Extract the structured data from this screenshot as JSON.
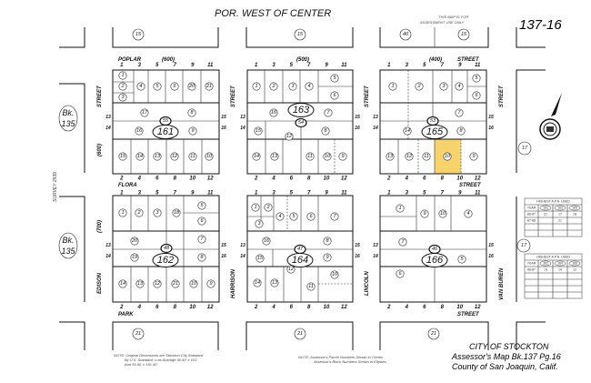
{
  "header": {
    "title": "POR. WEST OF CENTER",
    "disclaimer_line1": "THIS MAP IS FOR",
    "disclaimer_line2": "ASSESSMENT USE ONLY",
    "page_number": "137-16"
  },
  "colors": {
    "highlight": "#f7d36b",
    "line": "#111111"
  },
  "streets": {
    "poplar": "POPLAR",
    "poplar_num1": "(600)",
    "poplar_num2": "(500)",
    "poplar_num3": "(400)",
    "poplar_street": "STREET",
    "flora": "FLORA",
    "flora_street": "STREET",
    "park": "PARK",
    "park_street": "STREET",
    "v1_top": "STREET",
    "v1_num": "(600)",
    "v1_num2": "(700)",
    "v1_name": "EDISON",
    "v2_top": "STREET",
    "v2_name": "HARRISON",
    "v3_top": "STREET",
    "v3_name": "LINCOLN",
    "v4_top": "STREET",
    "v4_name": "VAN BUREN",
    "survey": "SURVEY 2939"
  },
  "adjacent": {
    "top": [
      "15",
      "15",
      "40",
      "15"
    ],
    "bottom": [
      "21",
      "21",
      "21"
    ],
    "left_book": "Bk.",
    "left_book_num": "135",
    "right": [
      "17",
      "17"
    ]
  },
  "lot_numbers": {
    "odd": [
      "1",
      "3",
      "5",
      "7",
      "9",
      "11"
    ],
    "even": [
      "2",
      "4",
      "6",
      "8",
      "10",
      "12"
    ]
  },
  "frontage": [
    "13",
    "14",
    "15",
    "16"
  ],
  "blocks": [
    {
      "block": "161",
      "assessor_block": "55",
      "parcels": [
        "1",
        "2",
        "3",
        "4",
        "5",
        "6",
        "20",
        "21",
        "17",
        "8",
        "16",
        "9",
        "15",
        "14",
        "13",
        "12",
        "11",
        "10"
      ]
    },
    {
      "block": "163",
      "assessor_block": "54",
      "parcels": [
        "1",
        "2",
        "3",
        "4",
        "5",
        "6",
        "16",
        "7",
        "15",
        "12",
        "8",
        "14",
        "13",
        "11",
        "10",
        "9"
      ]
    },
    {
      "block": "165",
      "assessor_block": "53",
      "parcels": [
        "1",
        "2",
        "3",
        "4",
        "5",
        "6",
        "7",
        "14",
        "8",
        "13",
        "12",
        "11",
        "10",
        "9"
      ]
    },
    {
      "block": "162",
      "assessor_block": "48",
      "parcels": [
        "1",
        "2",
        "3",
        "18",
        "5",
        "6",
        "20",
        "7",
        "19",
        "8",
        "14",
        "13",
        "12",
        "21",
        "10",
        "9"
      ]
    },
    {
      "block": "164",
      "assessor_block": "47",
      "parcels": [
        "1",
        "2",
        "3",
        "4",
        "5",
        "6",
        "7",
        "16",
        "8",
        "15",
        "9",
        "12",
        "14",
        "13",
        "11",
        "10"
      ]
    },
    {
      "block": "166",
      "assessor_block": "46",
      "parcels": [
        "1",
        "9",
        "10",
        "4",
        "7",
        "5",
        "6"
      ]
    }
  ],
  "tables": [
    {
      "heading": "HIGHEST A.P.N. USED",
      "col_year": "YEAR",
      "cols": [
        "161",
        "163",
        "165"
      ],
      "rows": [
        [
          "86-87",
          "21",
          "17",
          "18"
        ],
        [
          "87-88",
          "",
          "21",
          ""
        ]
      ]
    },
    {
      "heading": "HIGHEST A.P.N. USED",
      "col_year": "YEAR",
      "cols": [
        "162",
        "164",
        "166"
      ],
      "rows": [
        [
          "86-87",
          "19",
          "14",
          "12"
        ]
      ]
    }
  ],
  "notes": {
    "note1_l1": "NOTE: Original Dimensions are Stockton City Standard",
    "note1_l2": "By U.S. Standard, Lots Average 50.50' x 101'",
    "note1_l3": "And 50.50' x 151.50'",
    "note2_l1": "NOTE: Assessor's Parcel Numbers Shown in Circles",
    "note2_l2": "Assessor's Block Numbers Shown in Ellipses"
  },
  "footer": {
    "city": "CITY OF STOCKTON",
    "map_ref": "Assessor's Map Bk.137 Pg.16",
    "county": "County of San Joaquin, Calif."
  }
}
